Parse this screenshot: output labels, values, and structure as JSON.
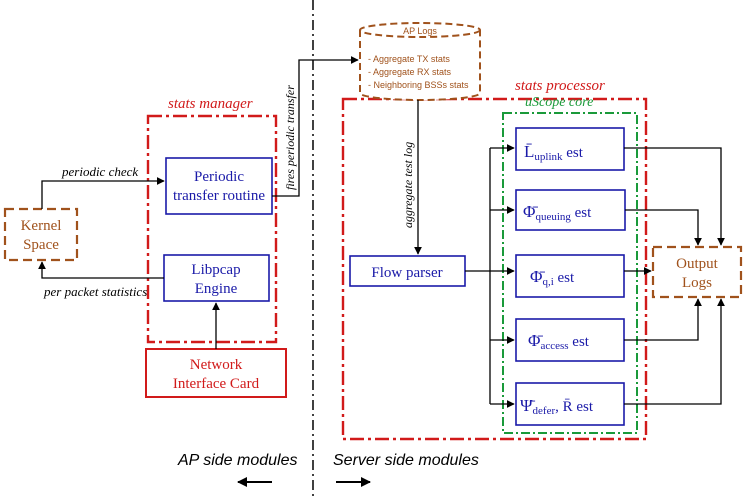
{
  "regions": {
    "stats_manager": "stats manager",
    "stats_processor": "stats processor",
    "uscope_core": "uScope core"
  },
  "boxes": {
    "kernel_space": [
      "Kernel",
      "Space"
    ],
    "periodic_transfer": [
      "Periodic",
      "transfer routine"
    ],
    "libpcap": [
      "Libpcap",
      "Engine"
    ],
    "nic": [
      "Network",
      "Interface Card"
    ],
    "flow_parser": "Flow parser",
    "output_logs": [
      "Output",
      "Logs"
    ],
    "ap_logs": {
      "title": "AP Logs",
      "items": [
        "- Aggregate TX stats",
        "- Aggregate RX stats",
        "- Neighboring BSSs stats"
      ]
    }
  },
  "estimators": {
    "uplink": {
      "symbol": "L̄",
      "sub": "uplink",
      "suffix": " est"
    },
    "queuing": {
      "symbol": "Φ̄",
      "sub": "queuing",
      "suffix": " est"
    },
    "qi": {
      "symbol": "Φ̄",
      "sub": "q,i",
      "suffix": " est"
    },
    "access": {
      "symbol": "Φ̄",
      "sub": "access",
      "suffix": " est"
    },
    "defer": {
      "symbol": "Ψ̄",
      "sub": "defer",
      "suffix": ", R̄ est"
    }
  },
  "edge_labels": {
    "periodic_check": "periodic check",
    "per_packet": "per packet statistics",
    "fires_transfer": "fires periodic transfer",
    "aggregate_log": "aggregate test log"
  },
  "footer": {
    "ap_side": "AP side modules",
    "server_side": "Server side modules"
  },
  "colors": {
    "blue": "#1a1aa8",
    "red": "#d11a1a",
    "brown": "#a0521c",
    "green": "#1a9a3a"
  }
}
